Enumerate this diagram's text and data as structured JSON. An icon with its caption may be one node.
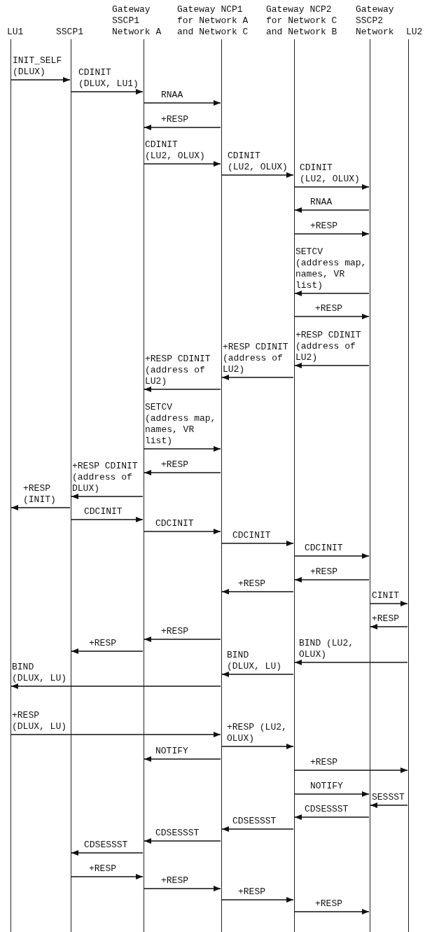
{
  "diagram": {
    "nodes": [
      {
        "text": [
          "LU1"
        ]
      },
      {
        "text": [
          "SSCP1"
        ]
      },
      {
        "text": [
          "Gateway SSCP1 Network A"
        ]
      },
      {
        "text": [
          "Gateway NCP1 for Network A and Network C"
        ]
      },
      {
        "text": [
          "Gateway NCP2 for Network C and Network B"
        ]
      },
      {
        "text": [
          "Gateway SSCP2 Network"
        ]
      },
      {
        "text": [
          "LU2"
        ]
      }
    ],
    "edges": [
      {
        "from": 0,
        "to": 1,
        "arrow": "to",
        "label": "INIT_SELF (DLUX)"
      },
      {
        "from": 1,
        "to": 2,
        "arrow": "to",
        "label": "CDINIT (DLUX, LU1)"
      },
      {
        "from": 2,
        "to": 3,
        "arrow": "to",
        "label": "RNAA"
      },
      {
        "from": 3,
        "to": 2,
        "arrow": "to",
        "label": "+RESP"
      },
      {
        "from": 2,
        "to": 3,
        "arrow": "to",
        "label": "CDINIT (LU2, OLUX)"
      },
      {
        "from": 3,
        "to": 4,
        "arrow": "to",
        "label": "CDINIT (LU2, OLUX)"
      },
      {
        "from": 4,
        "to": 5,
        "arrow": "to",
        "label": "CDINIT (LU2, OLUX)"
      },
      {
        "from": 5,
        "to": 4,
        "arrow": "to",
        "label": "RNAA"
      },
      {
        "from": 4,
        "to": 5,
        "arrow": "to",
        "label": "+RESP"
      },
      {
        "from": 5,
        "to": 4,
        "arrow": "to",
        "label": "SETCV (address map, names, VR list)"
      },
      {
        "from": 4,
        "to": 5,
        "arrow": "to",
        "label": "+RESP"
      },
      {
        "from": 5,
        "to": 4,
        "arrow": "to",
        "label": "+RESP CDINIT (address of LU2)"
      },
      {
        "from": 4,
        "to": 3,
        "arrow": "to",
        "label": "+RESP CDINIT (address of LU2)"
      },
      {
        "from": 3,
        "to": 2,
        "arrow": "to",
        "label": "+RESP CDINIT (address of LU2)"
      },
      {
        "from": 2,
        "to": 3,
        "arrow": "to",
        "label": "SETCV (address map, names, VR list)"
      },
      {
        "from": 3,
        "to": 2,
        "arrow": "to",
        "label": "+RESP"
      },
      {
        "from": 2,
        "to": 1,
        "arrow": "to",
        "label": "+RESP CDINIT (address of DLUX)"
      },
      {
        "from": 1,
        "to": 0,
        "arrow": "to",
        "label": "+RESP (INIT)"
      },
      {
        "from": 1,
        "to": 2,
        "arrow": "to",
        "label": "CDCINIT"
      },
      {
        "from": 2,
        "to": 3,
        "arrow": "to",
        "label": "CDCINIT"
      },
      {
        "from": 3,
        "to": 4,
        "arrow": "to",
        "label": "CDCINIT"
      },
      {
        "from": 4,
        "to": 5,
        "arrow": "to",
        "label": "CDCINIT"
      },
      {
        "from": 5,
        "to": 4,
        "arrow": "to",
        "label": "+RESP"
      },
      {
        "from": 4,
        "to": 3,
        "arrow": "to",
        "label": "+RESP"
      },
      {
        "from": 5,
        "to": 6,
        "arrow": "to",
        "label": "CINIT"
      },
      {
        "from": 6,
        "to": 5,
        "arrow": "to",
        "label": "+RESP"
      },
      {
        "from": 3,
        "to": 2,
        "arrow": "to",
        "label": "+RESP"
      },
      {
        "from": 2,
        "to": 1,
        "arrow": "to",
        "label": "+RESP"
      },
      {
        "from": 6,
        "to": 4,
        "arrow": "to",
        "label": "BIND (LU2, OLUX)"
      },
      {
        "from": 4,
        "to": 3,
        "arrow": "to",
        "label": "BIND (DLUX, LU)"
      },
      {
        "from": 3,
        "to": 0,
        "arrow": "to",
        "label": "BIND (DLUX, LU)"
      },
      {
        "from": 0,
        "to": 3,
        "arrow": "to",
        "label": "+RESP (DLUX, LU)"
      },
      {
        "from": 3,
        "to": 4,
        "arrow": "to",
        "label": "+RESP (LU2, OLUX)"
      },
      {
        "from": 3,
        "to": 2,
        "arrow": "to",
        "label": "NOTIFY"
      },
      {
        "from": 4,
        "to": 6,
        "arrow": "to",
        "label": "+RESP"
      },
      {
        "from": 4,
        "to": 5,
        "arrow": "to",
        "label": "NOTIFY"
      },
      {
        "from": 6,
        "to": 5,
        "arrow": "to",
        "label": "SESSST"
      },
      {
        "from": 5,
        "to": 4,
        "arrow": "to",
        "label": "CDSESSST"
      },
      {
        "from": 4,
        "to": 3,
        "arrow": "to",
        "label": "CDSESSST"
      },
      {
        "from": 3,
        "to": 2,
        "arrow": "to",
        "label": "CDSESSST"
      },
      {
        "from": 2,
        "to": 1,
        "arrow": "to",
        "label": "CDSESSST"
      },
      {
        "from": 1,
        "to": 2,
        "arrow": "to",
        "label": "+RESP"
      },
      {
        "from": 2,
        "to": 3,
        "arrow": "to",
        "label": "+RESP"
      },
      {
        "from": 3,
        "to": 4,
        "arrow": "to",
        "label": "+RESP"
      },
      {
        "from": 4,
        "to": 5,
        "arrow": "to",
        "label": "+RESP"
      }
    ]
  }
}
